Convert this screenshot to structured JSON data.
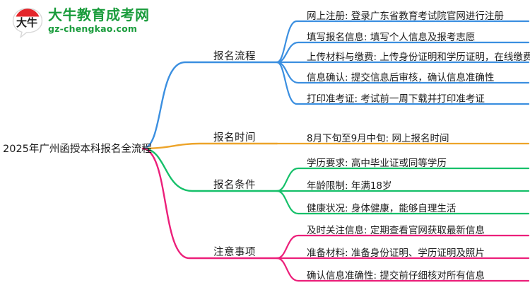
{
  "logo": {
    "mark_text": "大牛",
    "brand_cn": "大牛教育成考网",
    "brand_en": "gz-chengkao.com",
    "brand_color": "#1a9c3c",
    "mark_accent_color": "#e4262b"
  },
  "mindmap": {
    "root": {
      "label": "2025年广州函授本科报名全流程"
    },
    "branches": [
      {
        "label": "报名流程",
        "color": "#3b8fe0",
        "children": [
          {
            "label": "网上注册: 登录广东省教育考试院官网进行注册"
          },
          {
            "label": "填写报名信息: 填写个人信息及报考志愿"
          },
          {
            "label": "上传材料与缴费: 上传身份证明和学历证明，在线缴费"
          },
          {
            "label": "信息确认: 提交信息后审核，确认信息准确性"
          },
          {
            "label": "打印准考证: 考试前一周下载并打印准考证"
          }
        ]
      },
      {
        "label": "报名时间",
        "color": "#eda42a",
        "children": [
          {
            "label": "8月下旬至9月中旬: 网上报名时间"
          }
        ]
      },
      {
        "label": "报名条件",
        "color": "#16c06a",
        "children": [
          {
            "label": "学历要求: 高中毕业证或同等学历"
          },
          {
            "label": "年龄限制: 年满18岁"
          },
          {
            "label": "健康状况: 身体健康，能够自理生活"
          }
        ]
      },
      {
        "label": "注意事项",
        "color": "#ec1f7a",
        "children": [
          {
            "label": "及时关注信息: 定期查看官网获取最新信息"
          },
          {
            "label": "准备材料: 准备身份证明、学历证明及照片"
          },
          {
            "label": "确认信息准确性: 提交前仔细核对所有信息"
          }
        ]
      }
    ]
  }
}
